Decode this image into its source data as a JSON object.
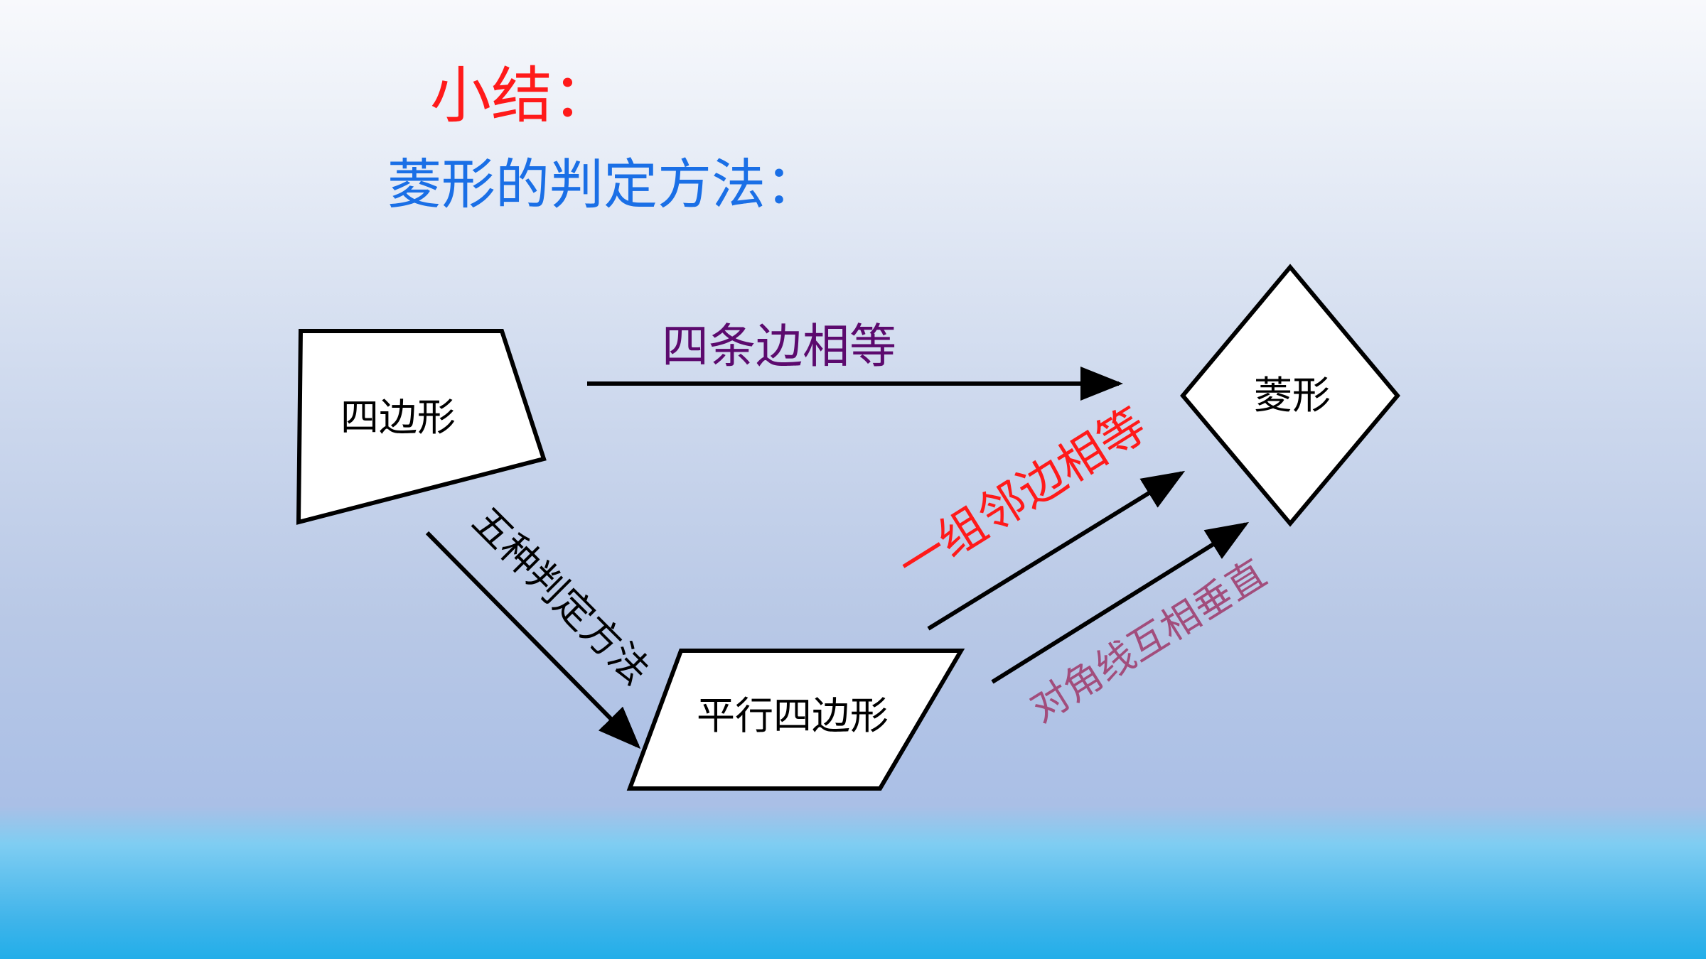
{
  "title": "小结：",
  "subtitle": "菱形的判定方法：",
  "shapes": {
    "quadrilateral": "四边形",
    "rhombus": "菱形",
    "parallelogram": "平行四边形"
  },
  "arrows": {
    "four_sides_equal": "四条边相等",
    "five_methods": "五种判定方法",
    "adjacent_sides_equal": "一组邻边相等",
    "diagonals_perpendicular": "对角线互相垂直"
  },
  "colors": {
    "title": "#ff1a1a",
    "subtitle": "#1a6fe6",
    "four_sides_label": "#5c0a6e",
    "adjacent_label": "#ff1a1a",
    "diagonal_label": "#a24d7c",
    "stroke": "#000000"
  }
}
